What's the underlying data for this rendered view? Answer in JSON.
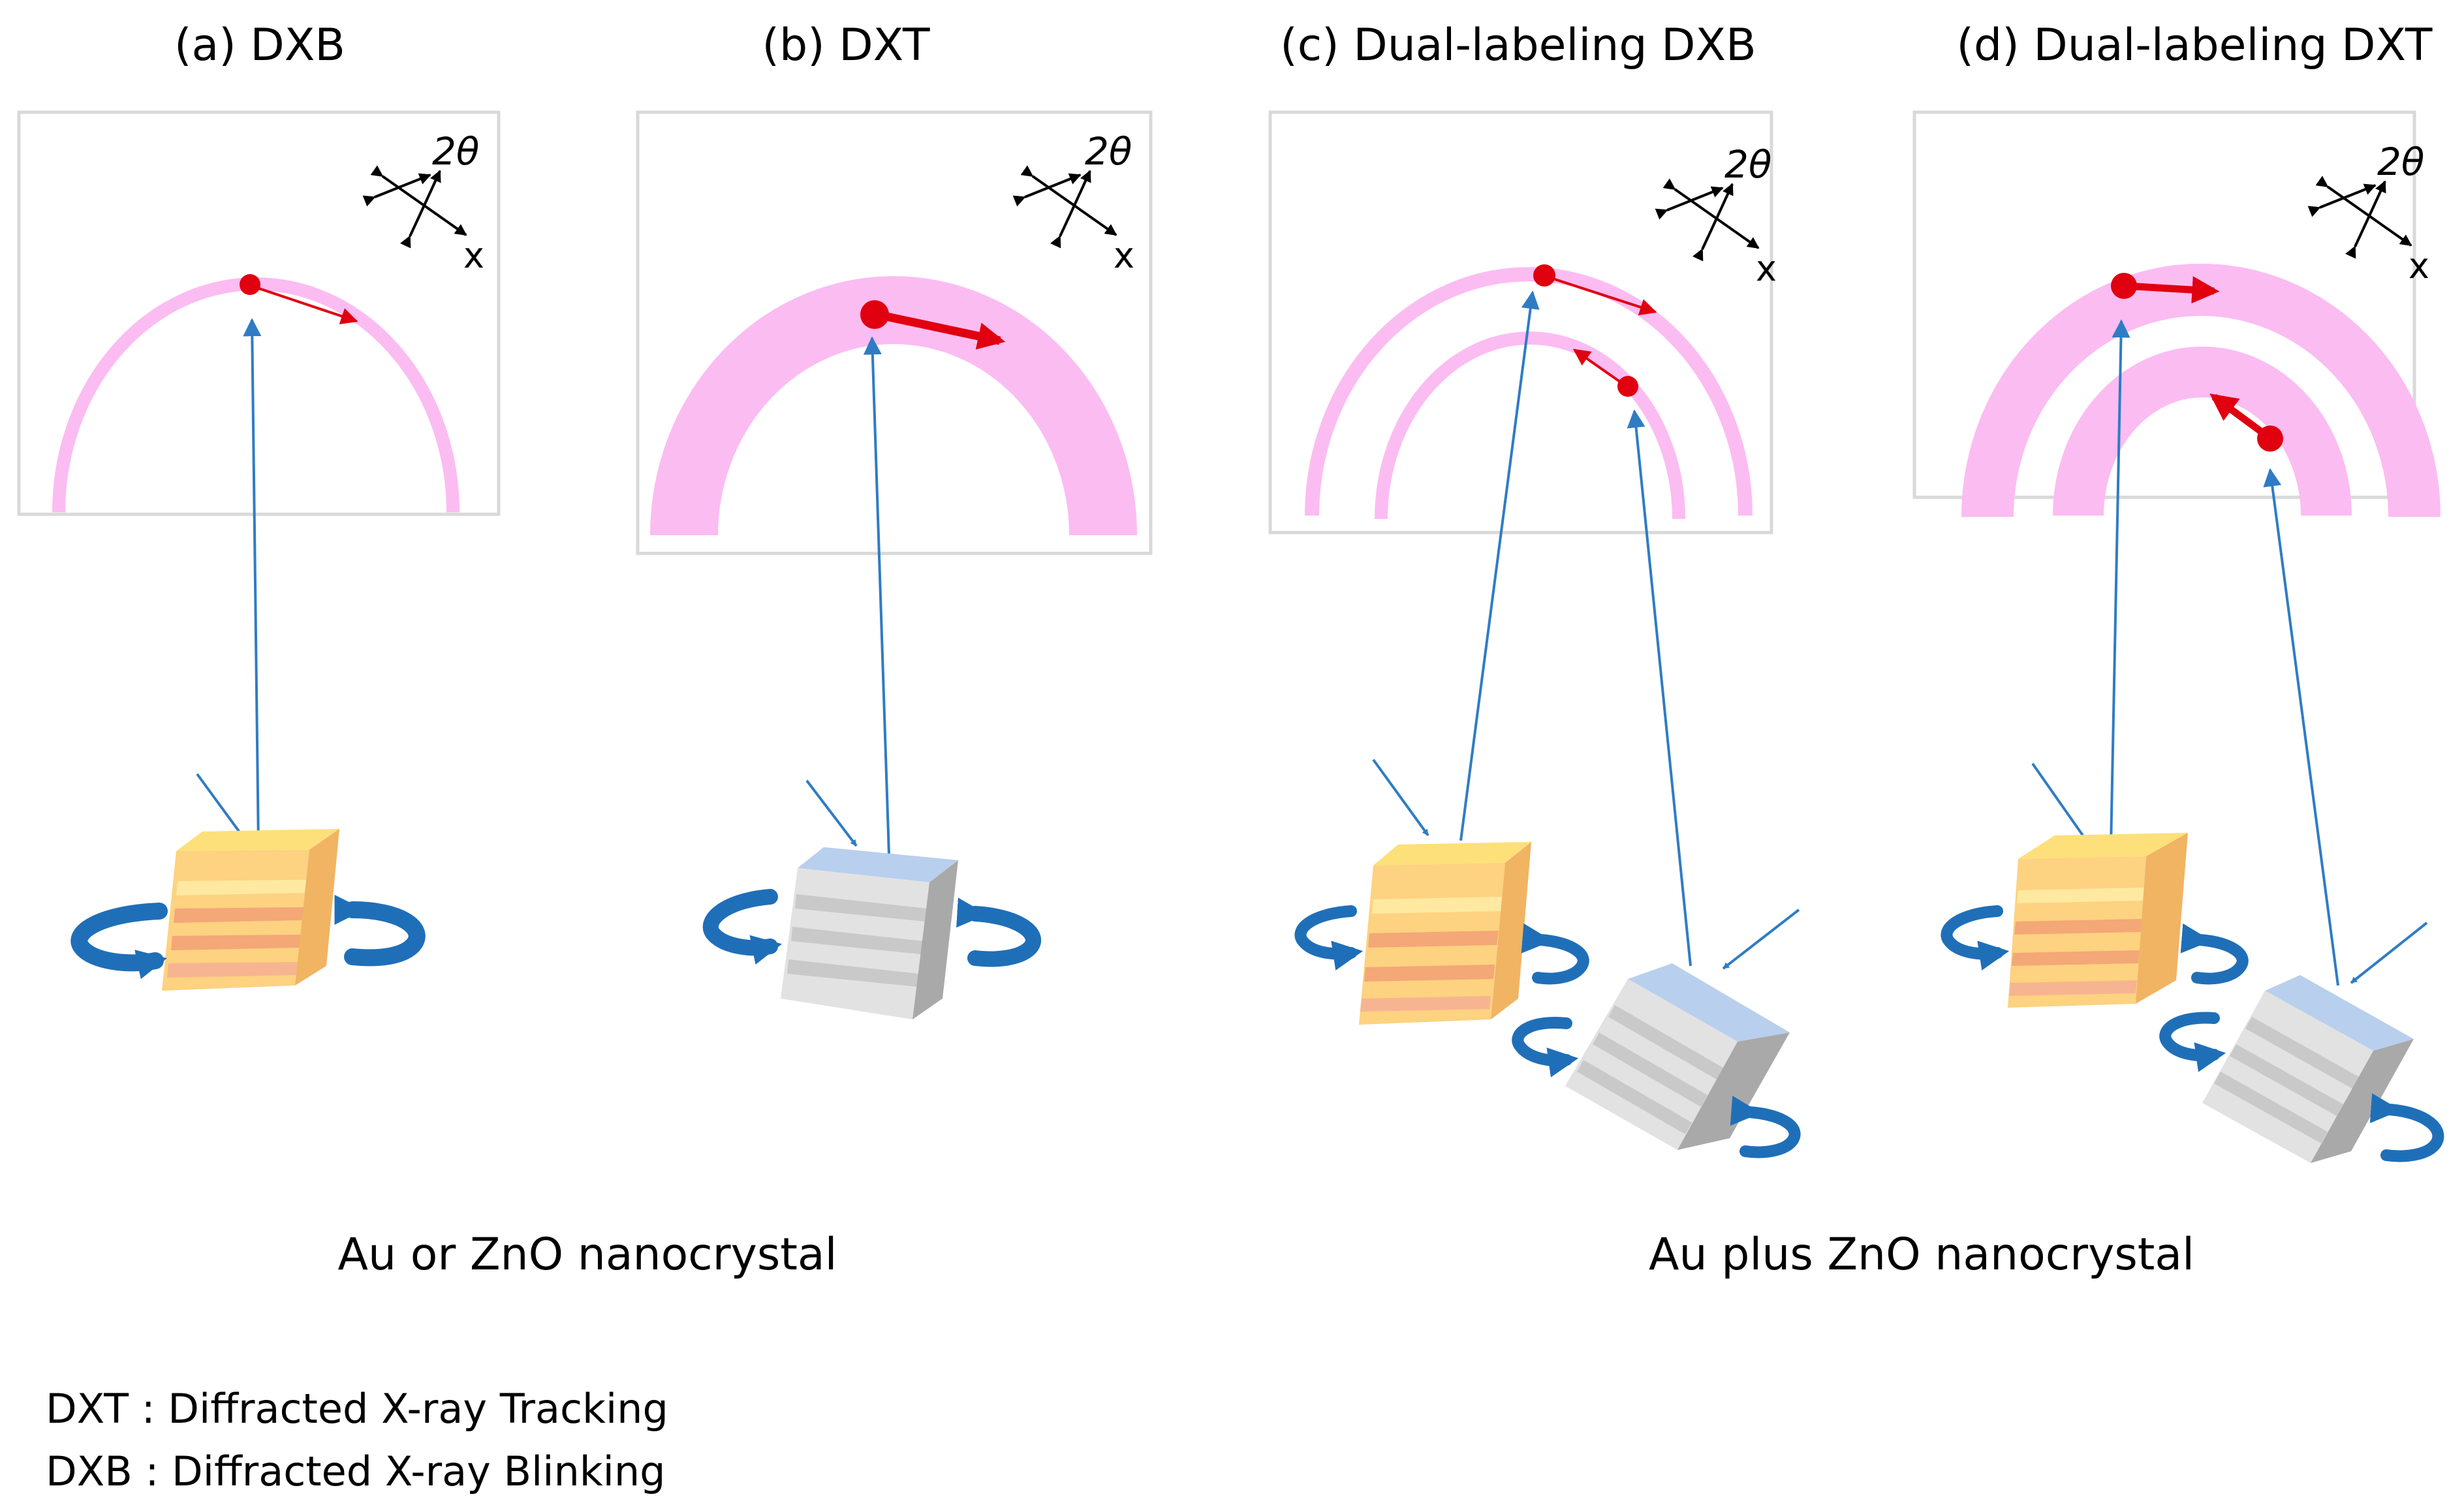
{
  "panels": [
    {
      "id": "a",
      "title": "(a) DXB"
    },
    {
      "id": "b",
      "title": "(b) DXT"
    },
    {
      "id": "c",
      "title": "(c) Dual-labeling DXB"
    },
    {
      "id": "d",
      "title": "(d) Dual-labeling DXT"
    }
  ],
  "axis": {
    "theta_label": "2θ",
    "x_label": "x"
  },
  "captions": {
    "single": "Au or ZnO nanocrystal",
    "dual": "Au plus ZnO nanocrystal"
  },
  "legend": [
    {
      "text": "DXT : Diffracted X-ray Tracking"
    },
    {
      "text": "DXB : Diffracted X-ray Blinking"
    }
  ],
  "colors": {
    "ring": "#fbbcf2",
    "spot": "#e00010",
    "xray": "#2f7cc4",
    "rotation": "#1f6fb8",
    "box_border": "#d9d9d9",
    "au_top": "#fde07a",
    "zno_top": "#b9cfee"
  }
}
